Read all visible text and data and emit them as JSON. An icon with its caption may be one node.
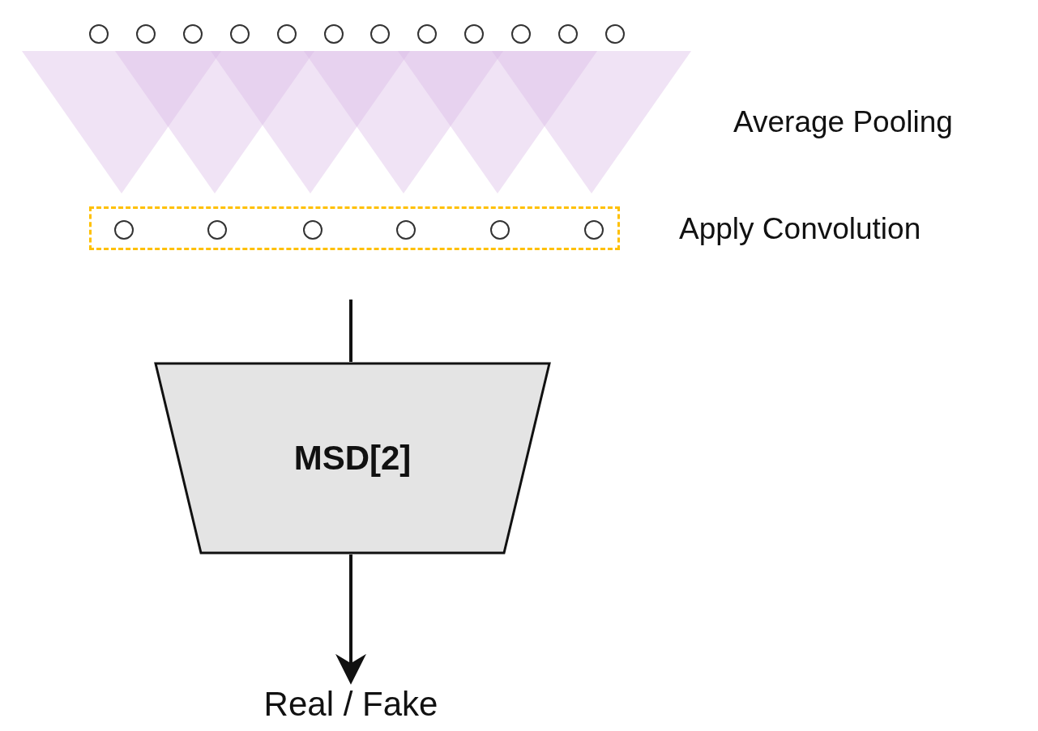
{
  "diagram": {
    "nodes": [
      {
        "text": [],
        "shape": "circle"
      },
      {
        "text": [],
        "shape": "circle"
      },
      {
        "text": [],
        "shape": "circle"
      },
      {
        "text": [],
        "shape": "circle"
      },
      {
        "text": [],
        "shape": "circle"
      },
      {
        "text": [],
        "shape": "circle"
      },
      {
        "text": [],
        "shape": "circle"
      },
      {
        "text": [],
        "shape": "circle"
      },
      {
        "text": [],
        "shape": "circle"
      },
      {
        "text": [],
        "shape": "circle"
      },
      {
        "text": [],
        "shape": "circle"
      },
      {
        "text": [],
        "shape": "circle"
      },
      {
        "text": [],
        "shape": "box"
      },
      {
        "text": [],
        "shape": "circle",
        "in": 12
      },
      {
        "text": [],
        "shape": "circle",
        "in": 12
      },
      {
        "text": [],
        "shape": "circle",
        "in": 12
      },
      {
        "text": [],
        "shape": "circle",
        "in": 12
      },
      {
        "text": [],
        "shape": "circle",
        "in": 12
      },
      {
        "text": [],
        "shape": "circle",
        "in": 12
      },
      {
        "text": [
          "MSD[2]"
        ]
      },
      {
        "text": [
          "Real / Fake"
        ]
      }
    ],
    "edges": [
      {
        "from": null,
        "to": 19,
        "arrow": "none"
      },
      {
        "from": 19,
        "to": 20,
        "arrow": "to"
      }
    ],
    "labels": [
      "Average Pooling",
      "Apply Convolution"
    ]
  }
}
